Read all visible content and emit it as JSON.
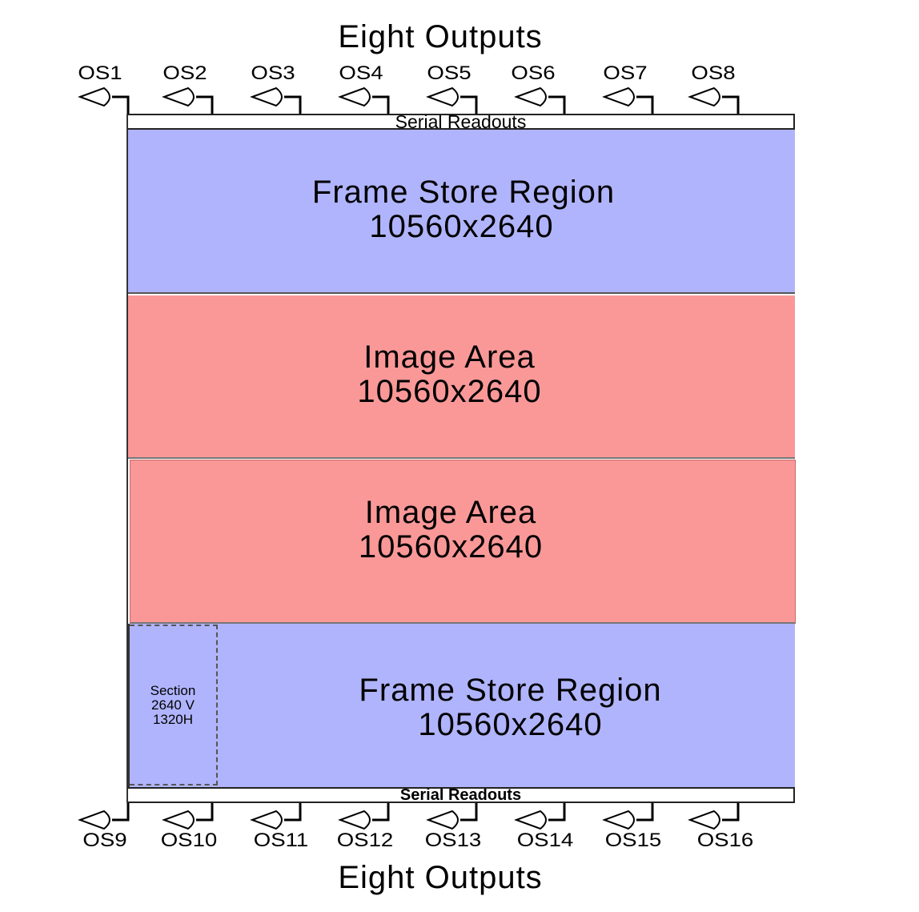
{
  "top_title": "Eight Outputs",
  "bottom_title": "Eight Outputs",
  "top_outputs": [
    "OS1",
    "OS2",
    "OS3",
    "OS4",
    "OS5",
    "OS6",
    "OS7",
    "OS8"
  ],
  "bottom_outputs": [
    "OS9",
    "OS10",
    "OS11",
    "OS12",
    "OS13",
    "OS14",
    "OS15",
    "OS16"
  ],
  "top_readout": "Serial Readouts",
  "bottom_readout": "Serial Readouts",
  "regions": [
    {
      "line1": "Frame Store Region",
      "line2": "10560x2640",
      "color": "#b0b4fc"
    },
    {
      "line1": "Image Area",
      "line2": "10560x2640",
      "color": "#fa9898"
    },
    {
      "line1": "Image Area",
      "line2": "10560x2640",
      "color": "#fa9898"
    },
    {
      "line1": "Frame Store Region",
      "line2": "10560x2640",
      "color": "#b0b4fc"
    }
  ],
  "section": {
    "line1": "Section",
    "line2": "2640 V",
    "line3": "1320H"
  }
}
